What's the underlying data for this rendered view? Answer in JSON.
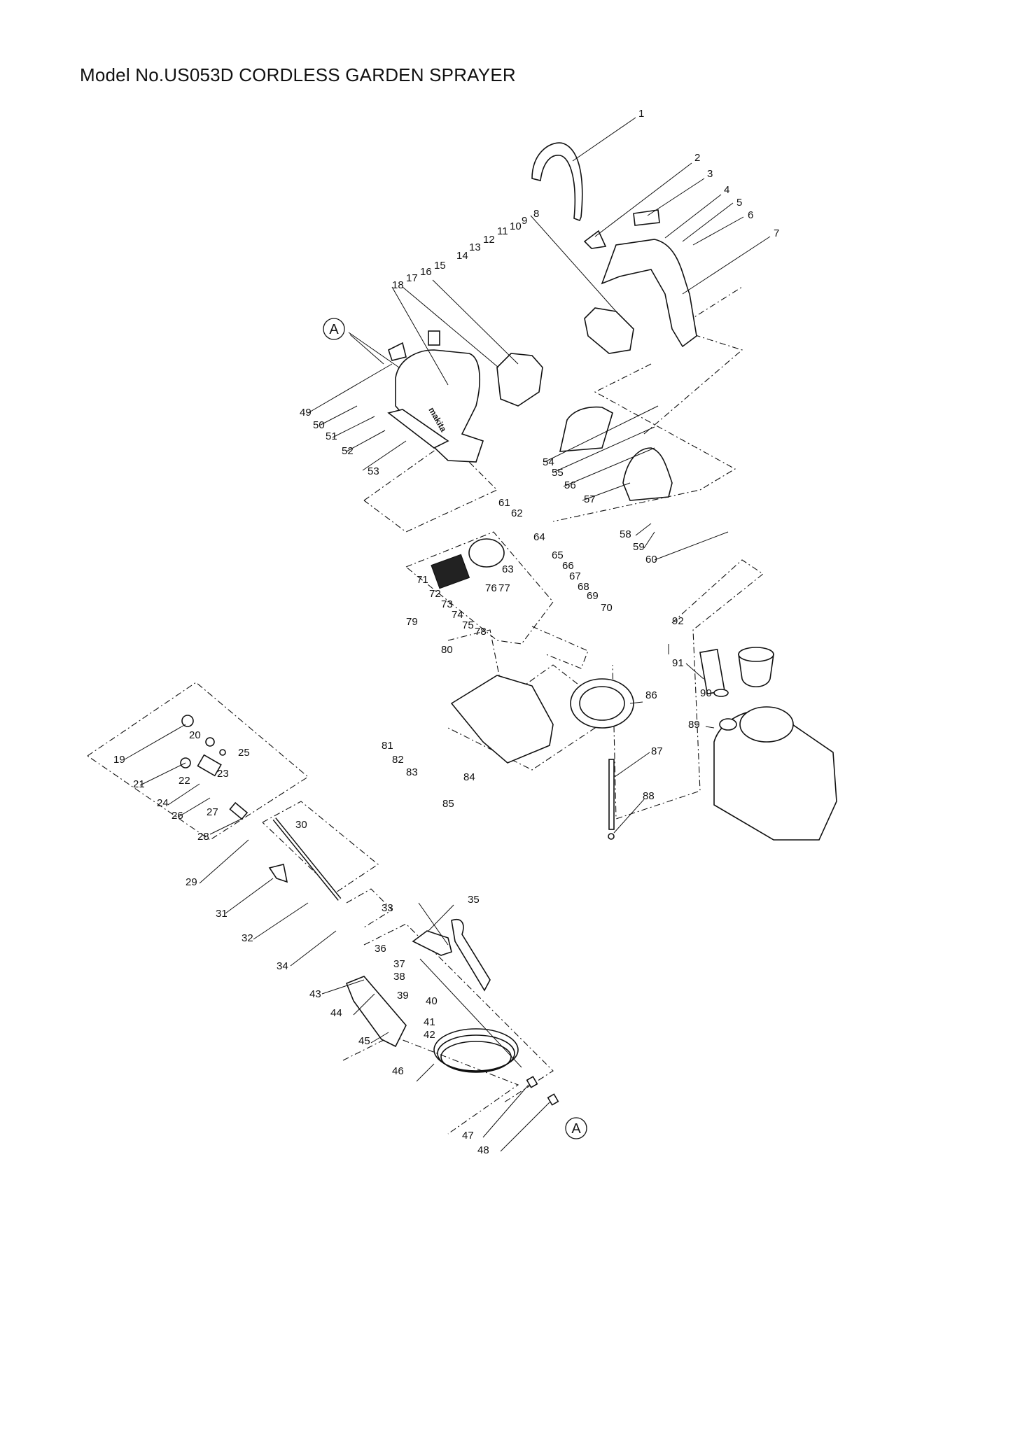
{
  "title": "Model No.US053D CORDLESS GARDEN SPRAYER",
  "callout_marker": "A",
  "part_numbers": [
    "1",
    "2",
    "3",
    "4",
    "5",
    "6",
    "7",
    "8",
    "9",
    "10",
    "11",
    "12",
    "13",
    "14",
    "15",
    "16",
    "17",
    "18",
    "19",
    "20",
    "21",
    "22",
    "23",
    "24",
    "25",
    "26",
    "27",
    "28",
    "29",
    "30",
    "31",
    "32",
    "33",
    "34",
    "35",
    "36",
    "37",
    "38",
    "39",
    "40",
    "41",
    "42",
    "43",
    "44",
    "45",
    "46",
    "47",
    "48",
    "49",
    "50",
    "51",
    "52",
    "53",
    "54",
    "55",
    "56",
    "57",
    "58",
    "59",
    "60",
    "61",
    "62",
    "63",
    "64",
    "65",
    "66",
    "67",
    "68",
    "69",
    "70",
    "71",
    "72",
    "73",
    "74",
    "75",
    "76",
    "77",
    "78",
    "79",
    "80",
    "81",
    "82",
    "83",
    "84",
    "85",
    "86",
    "87",
    "88",
    "89",
    "90",
    "91",
    "92"
  ]
}
